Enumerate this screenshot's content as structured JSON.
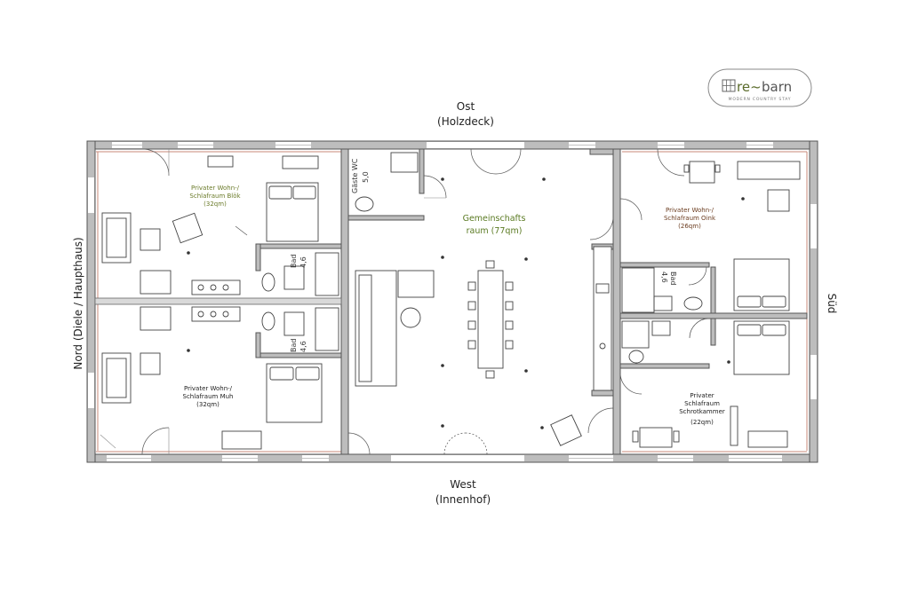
{
  "logo": {
    "brand_prefix": "re~",
    "brand_suffix": "barn",
    "tagline": "MODERN COUNTRY STAY"
  },
  "compass": {
    "east": "Ost",
    "east_sub": "(Holzdeck)",
    "west": "West",
    "west_sub": "(Innenhof)",
    "north": "Nord (Diele / Haupthaus)",
    "south": "Süd"
  },
  "rooms": {
    "bloek_line1": "Privater Wohn-/",
    "bloek_line2": "Schlafraum Blök",
    "bloek_size": "(32qm)",
    "muh_line1": "Privater Wohn-/",
    "muh_line2": "Schlafraum Muh",
    "muh_size": "(32qm)",
    "common_line1": "Gemeinschafts",
    "common_line2": "raum (77qm)",
    "oink_line1": "Privater Wohn-/",
    "oink_line2": "Schlafraum Oink",
    "oink_size": "(26qm)",
    "schrot_line1": "Privater",
    "schrot_line2": "Schlafraum",
    "schrot_line3": "Schrotkammer",
    "schrot_size": "(22qm)",
    "guest_wc": "Gäste WC",
    "guest_wc_size": "5,0",
    "bad_top": "Bad",
    "bad_top_size": "4,6",
    "bad_bottom": "Bad",
    "bad_bottom_size": "4,6",
    "bad_right": "Bad",
    "bad_right_size": "4,6"
  }
}
